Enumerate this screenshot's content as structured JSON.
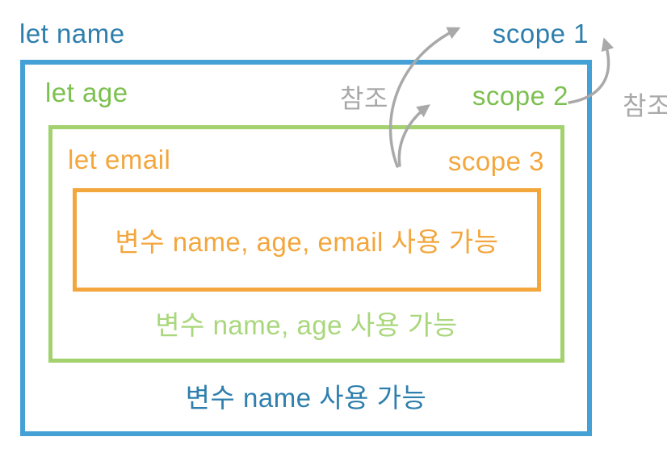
{
  "colors": {
    "blue-border": "#45A0D6",
    "blue-text": "#2E7FAD",
    "green-border": "#A2D16E",
    "green-text": "#7CC04F",
    "green-usage-text": "#A9D77C",
    "orange": "#F3A63C",
    "gray": "#A9A9A9"
  },
  "scope1": {
    "declaration": "let name",
    "label": "scope 1",
    "usage": "변수 name 사용 가능"
  },
  "scope2": {
    "declaration": "let age",
    "label": "scope 2",
    "usage": "변수 name, age 사용 가능"
  },
  "scope3": {
    "declaration": "let email",
    "label": "scope 3",
    "usage": "변수 name, age, email 사용 가능"
  },
  "arrows": {
    "left_reference_label": "참조",
    "right_reference_label": "참조",
    "items": [
      {
        "name": "scope3-to-scope1"
      },
      {
        "name": "scope3-to-scope2"
      },
      {
        "name": "scope2-to-scope1"
      }
    ]
  }
}
